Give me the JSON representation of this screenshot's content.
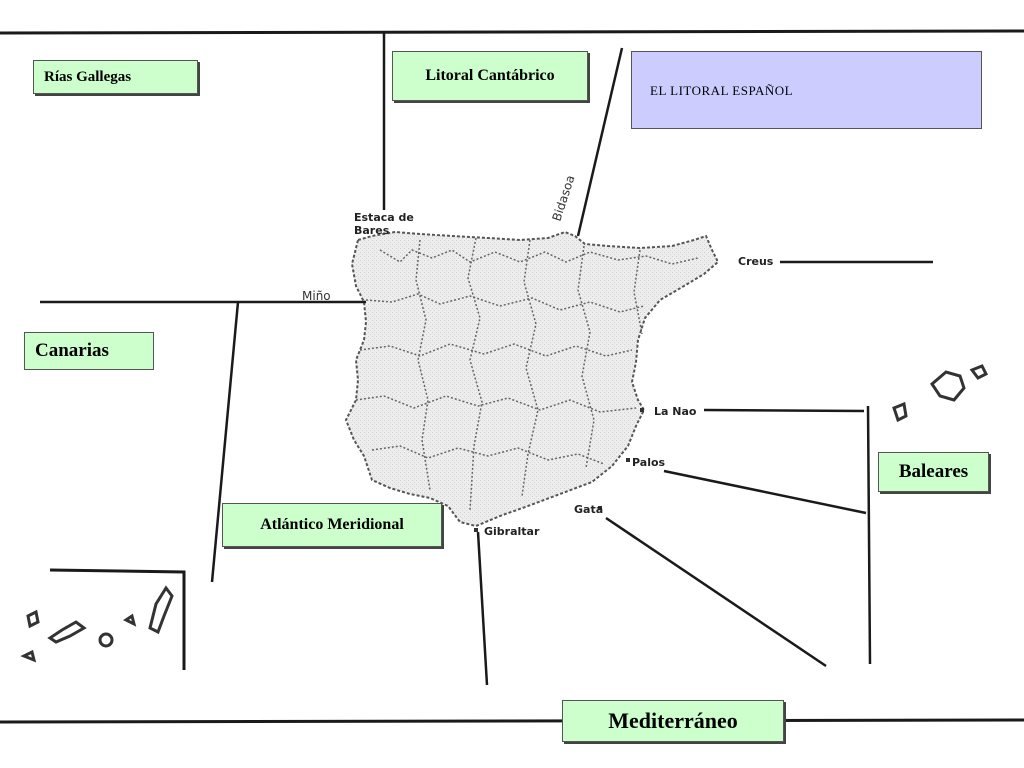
{
  "map": {
    "title": "EL LITORAL ESPAÑOL",
    "regions": {
      "rias_gallegas": "Rías Gallegas",
      "litoral_cantabrico": "Litoral Cantábrico",
      "canarias": "Canarias",
      "baleares": "Baleares",
      "atlantico_meridional": "Atlántico Meridional",
      "mediterraneo": "Mediterráneo"
    },
    "places": {
      "estaca_de_bares_line1": "Estaca de",
      "estaca_de_bares_line2": "Bares",
      "creus": "Creus",
      "la_nao": "La Nao",
      "palos": "Palos",
      "gata": "Gata",
      "gibraltar": "Gibraltar"
    },
    "rivers": {
      "mino": "Miño",
      "bidasoa": "Bidasoa"
    },
    "colors": {
      "region_box": "#ccffcc",
      "title_box": "#ccccff",
      "land": "#ececec",
      "lines": "#1a1a1a"
    }
  }
}
